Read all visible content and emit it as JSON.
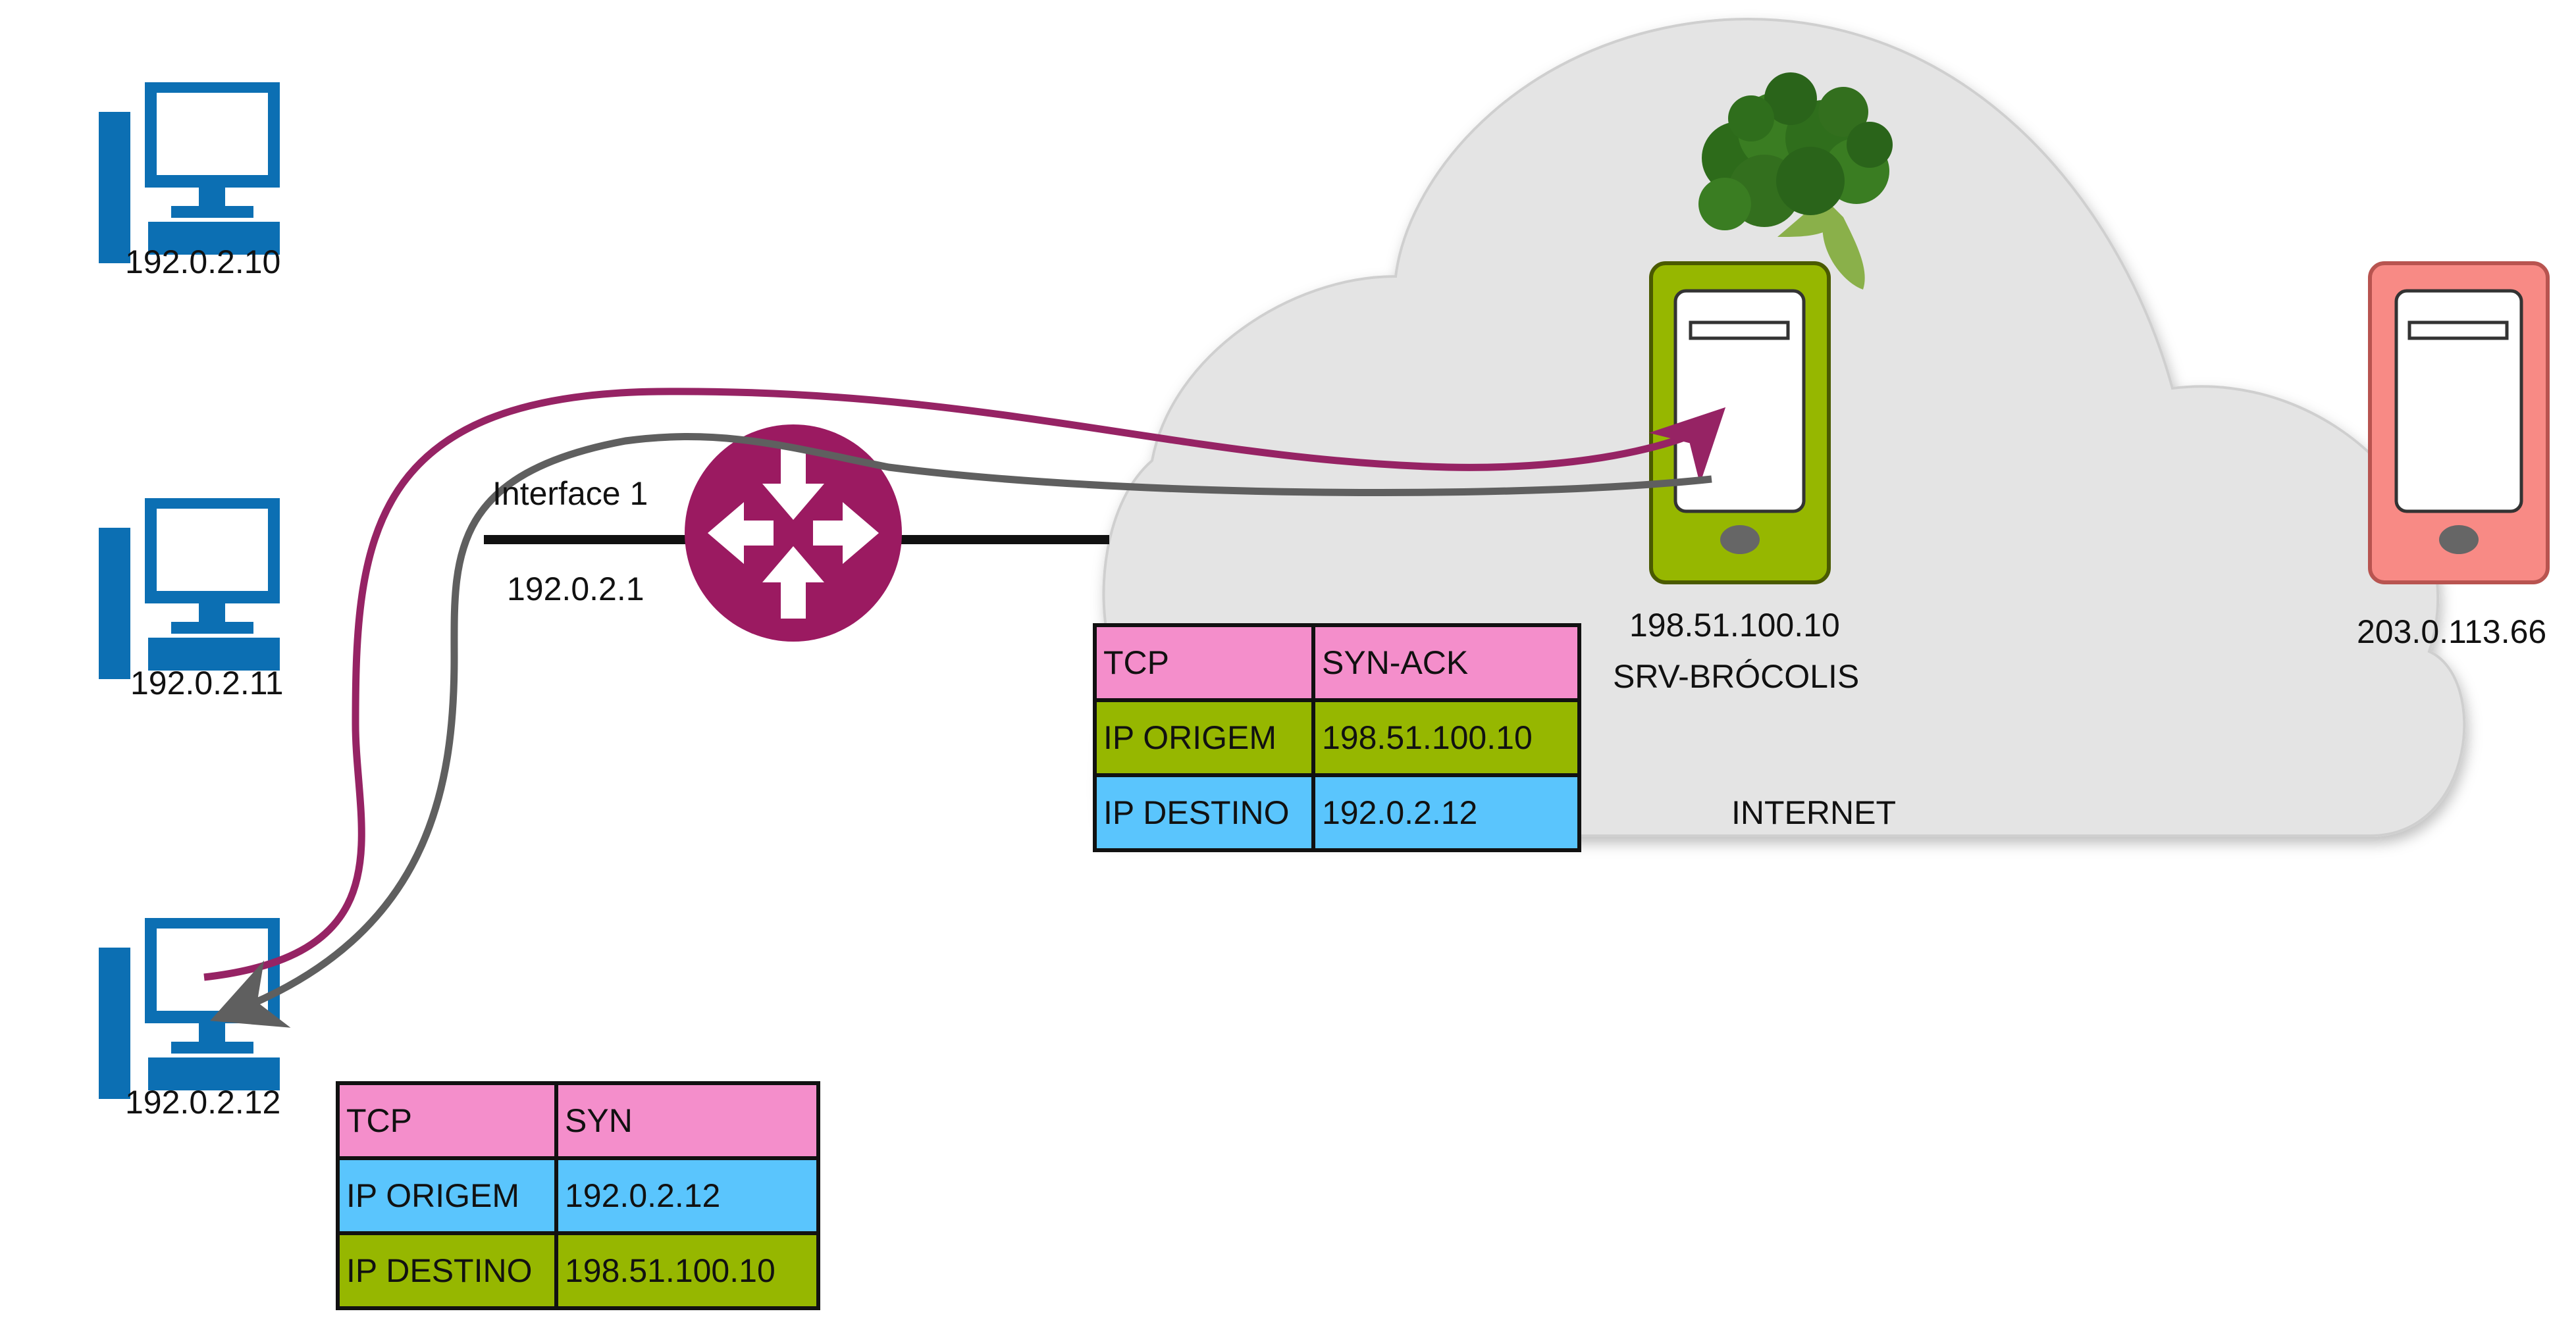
{
  "hosts": [
    {
      "ip": "192.0.2.10"
    },
    {
      "ip": "192.0.2.11"
    },
    {
      "ip": "192.0.2.12"
    }
  ],
  "router": {
    "interface_label": "Interface 1",
    "interface_ip": "192.0.2.1",
    "color": "#9b1a61"
  },
  "servers": {
    "brocolis": {
      "ip": "198.51.100.10",
      "name": "SRV-BRÓCOLIS",
      "color": "#96b700"
    },
    "other": {
      "ip": "203.0.113.66",
      "color": "#f88a85"
    }
  },
  "cloud": {
    "label": "INTERNET",
    "color": "#e4e4e4"
  },
  "packet_syn": {
    "rows": [
      {
        "field": "TCP",
        "value": "SYN"
      },
      {
        "field": "IP ORIGEM",
        "value": "192.0.2.12"
      },
      {
        "field": "IP DESTINO",
        "value": "198.51.100.10"
      }
    ]
  },
  "packet_synack": {
    "rows": [
      {
        "field": "TCP",
        "value": "SYN-ACK"
      },
      {
        "field": "IP ORIGEM",
        "value": "198.51.100.10"
      },
      {
        "field": "IP DESTINO",
        "value": "192.0.2.12"
      }
    ]
  },
  "arrows": {
    "syn_color": "#962364",
    "synack_color": "#5f5f5f"
  }
}
